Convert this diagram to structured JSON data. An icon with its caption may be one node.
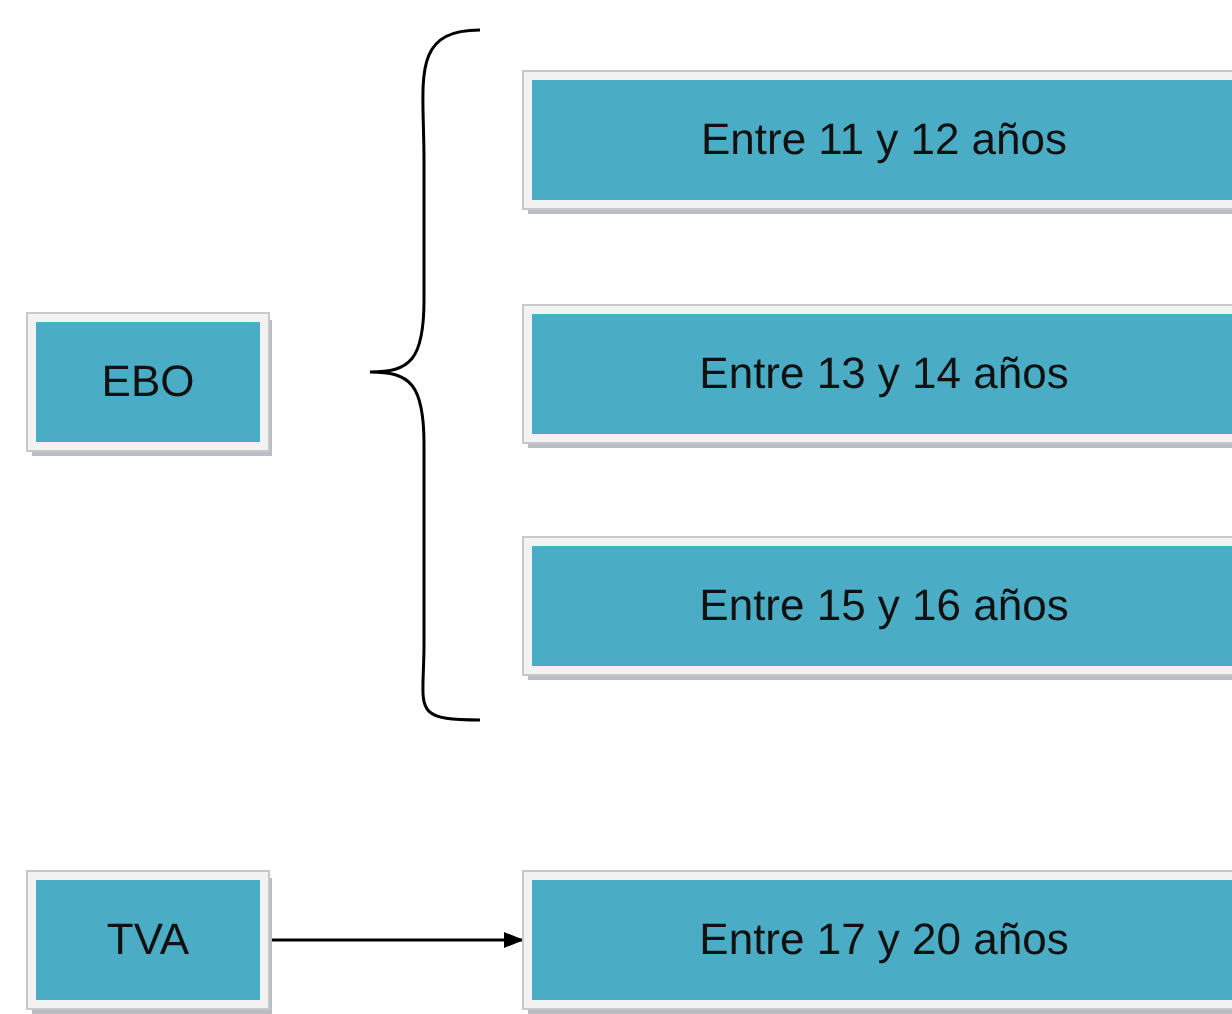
{
  "diagram": {
    "nodes": [
      {
        "text": [
          "EBO"
        ]
      },
      {
        "text": [
          "Entre 11 y 12 años"
        ]
      },
      {
        "text": [
          "Entre 13 y 14 años"
        ]
      },
      {
        "text": [
          "Entre 15 y 16 años"
        ]
      },
      {
        "text": [
          "TVA"
        ]
      },
      {
        "text": [
          "Entre 17 y 20 años"
        ]
      }
    ],
    "edges": [
      {
        "from": 4,
        "to": 5,
        "arrow": "to"
      }
    ]
  }
}
